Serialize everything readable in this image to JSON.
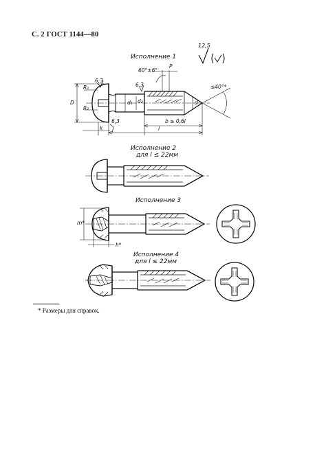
{
  "header": {
    "title": "С. 2 ГОСТ 1144—80"
  },
  "surface": {
    "roughness": "12,5",
    "mark": "(✓)"
  },
  "captions": {
    "v1": "Исполнение 1",
    "v2_title": "Исполнение 2",
    "v2_note": "для l ≤ 22мм",
    "v3": "Исполнение 3",
    "v4_title": "Исполнение 4",
    "v4_note": "для l ≤ 22мм"
  },
  "dims": {
    "angle": "60°±6°",
    "pitch": "P",
    "tip_angle": "≤40°*",
    "r1": "R₁",
    "r2": "R₂",
    "D": "D",
    "d1": "d₁",
    "d2": "d₂",
    "d": "d",
    "k": "k",
    "l": "l",
    "b": "b ≥ 0,6l",
    "r63a": "6,3",
    "r63b": "6,3",
    "r63c": "6,3",
    "m": "m*",
    "h": "h*"
  },
  "footnote": {
    "text": "* Размеры для справок."
  }
}
